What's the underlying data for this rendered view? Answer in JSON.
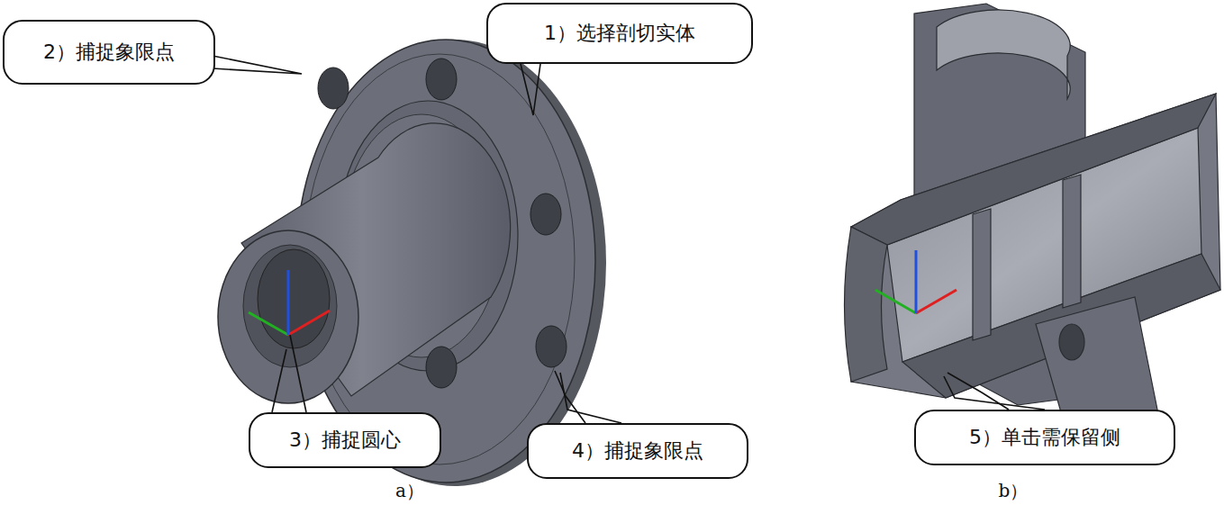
{
  "diagram": {
    "nodes": [
      {
        "text": [
          "2）捕捉象限点"
        ]
      },
      {
        "text": [
          "1）选择剖切实体"
        ]
      },
      {
        "text": [
          "3）捕捉圆心"
        ]
      },
      {
        "text": [
          "4）捕捉象限点"
        ]
      },
      {
        "text": [
          "5）单击需保留侧"
        ]
      }
    ],
    "labels": [
      "a）",
      "b）"
    ]
  }
}
